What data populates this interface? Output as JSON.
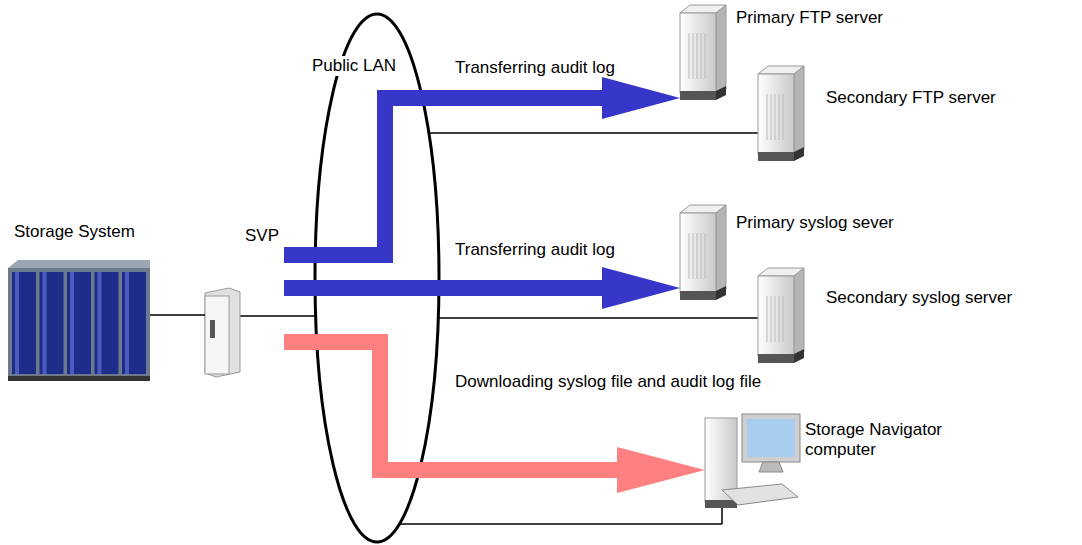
{
  "diagram": {
    "nodes": [
      {
        "text": [
          "Storage System"
        ]
      },
      {
        "text": [
          "SVP"
        ]
      },
      {
        "text": [
          "Primary FTP server"
        ]
      },
      {
        "text": [
          "Secondary FTP server"
        ]
      },
      {
        "text": [
          "Primary syslog sever"
        ]
      },
      {
        "text": [
          "Secondary syslog server"
        ]
      },
      {
        "text": [
          "Storage Navigator computer"
        ]
      }
    ],
    "edges": [
      {
        "from": 0,
        "to": 1,
        "arrow": "none"
      },
      {
        "from": 1,
        "to": 2,
        "label": "Transferring audit log",
        "arrow": "to"
      },
      {
        "from": 1,
        "to": 4,
        "label": "Transferring audit log",
        "arrow": "to"
      },
      {
        "from": 1,
        "to": 6,
        "label": "Downloading syslog file and audit log file",
        "arrow": "to"
      }
    ],
    "labels": [
      "Public LAN"
    ]
  }
}
